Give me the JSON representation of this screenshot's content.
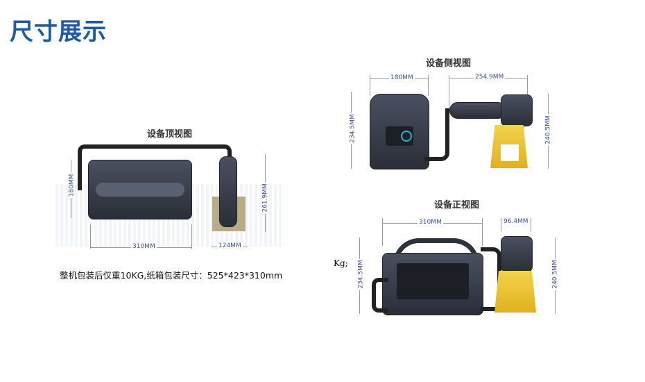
{
  "title": "尺寸展示",
  "top_view": {
    "caption": "设备顶视图",
    "width": "310MM",
    "depth": "180MM",
    "head_height": "261.9MM",
    "head_width": "124MM"
  },
  "note": "整机包装后仅重10KG,纸箱包装尺寸：525*423*310mm",
  "side_view": {
    "caption": "设备侧视图",
    "depth": "180MM",
    "reach": "254.9MM",
    "height": "234.5MM",
    "head_height": "240.5MM"
  },
  "front_view": {
    "caption": "设备正视图",
    "width": "310MM",
    "head_width": "96.4MM",
    "height": "234.5MM",
    "head_height": "240.5MM",
    "clipped_text": "Kg;"
  },
  "colors": {
    "title": "#1d5aa8",
    "dimension": "#3a4fa0",
    "head_window": "#f2d34a"
  }
}
